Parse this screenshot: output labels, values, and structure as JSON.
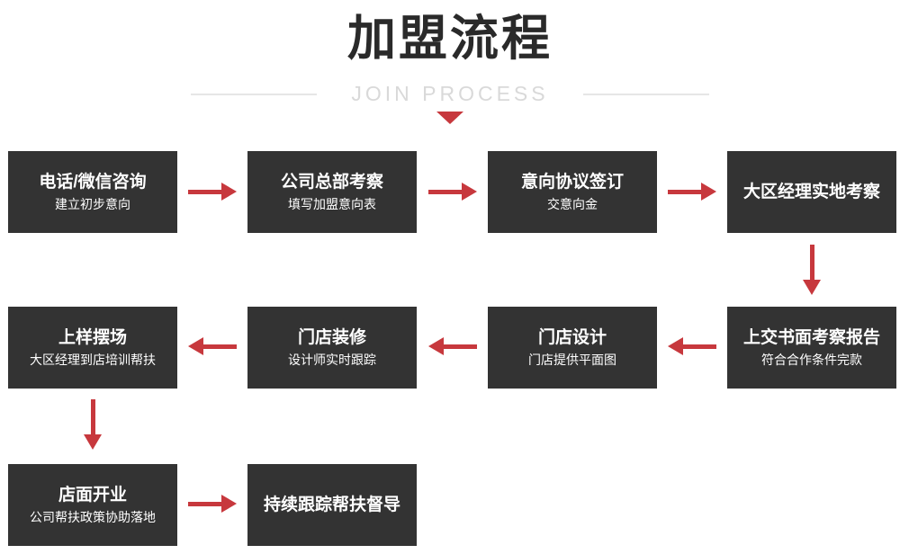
{
  "header": {
    "title": "加盟流程",
    "subtitle": "JOIN PROCESS"
  },
  "colors": {
    "accent": "#c7383d",
    "box-bg": "#333333",
    "title-color": "#2a2a2a",
    "subtitle-gray": "#d9d9d9",
    "line-gray": "#e6e6e6",
    "box-text": "#ffffff"
  },
  "steps": [
    {
      "title": "电话/微信咨询",
      "subtitle": "建立初步意向"
    },
    {
      "title": "公司总部考察",
      "subtitle": "填写加盟意向表"
    },
    {
      "title": "意向协议签订",
      "subtitle": "交意向金"
    },
    {
      "title": "大区经理实地考察"
    },
    {
      "title": "上交书面考察报告",
      "subtitle": "符合合作条件完款"
    },
    {
      "title": "门店设计",
      "subtitle": "门店提供平面图"
    },
    {
      "title": "门店装修",
      "subtitle": "设计师实时跟踪"
    },
    {
      "title": "上样摆场",
      "subtitle": "大区经理到店培训帮扶"
    },
    {
      "title": "店面开业",
      "subtitle": "公司帮扶政策协助落地"
    },
    {
      "title": "持续跟踪帮扶督导"
    }
  ]
}
